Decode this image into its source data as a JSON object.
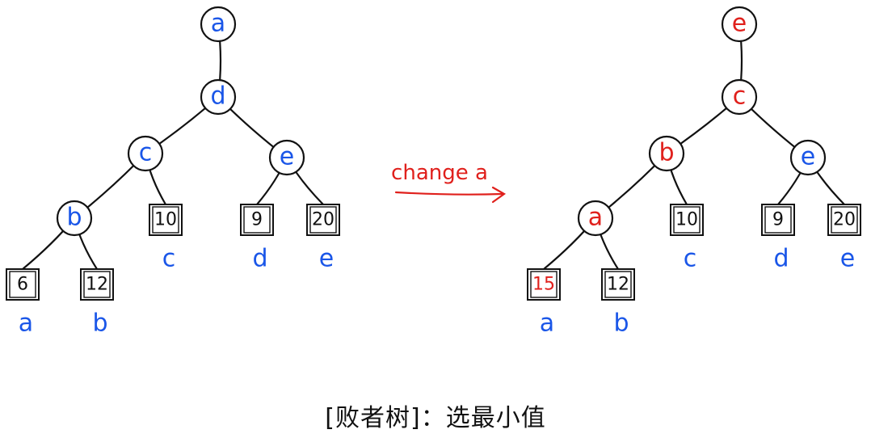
{
  "colors": {
    "blue": "#1a56e8",
    "red": "#e0201c",
    "black": "#111111"
  },
  "arrow": {
    "label": "change a"
  },
  "caption": "[败者树]：选最小值",
  "trees": [
    {
      "internal_nodes": [
        {
          "id": "root",
          "label": "a",
          "color": "blue"
        },
        {
          "id": "n1",
          "label": "d",
          "color": "blue"
        },
        {
          "id": "n2",
          "label": "c",
          "color": "blue"
        },
        {
          "id": "n3",
          "label": "e",
          "color": "blue"
        },
        {
          "id": "n4",
          "label": "b",
          "color": "blue"
        }
      ],
      "leaves": [
        {
          "id": "l_a",
          "value": "6",
          "value_color": "black",
          "label": "a"
        },
        {
          "id": "l_b",
          "value": "12",
          "value_color": "black",
          "label": "b"
        },
        {
          "id": "l_c",
          "value": "10",
          "value_color": "black",
          "label": "c"
        },
        {
          "id": "l_d",
          "value": "9",
          "value_color": "black",
          "label": "d"
        },
        {
          "id": "l_e",
          "value": "20",
          "value_color": "black",
          "label": "e"
        }
      ]
    },
    {
      "internal_nodes": [
        {
          "id": "root",
          "label": "e",
          "color": "red"
        },
        {
          "id": "n1",
          "label": "c",
          "color": "red"
        },
        {
          "id": "n2",
          "label": "b",
          "color": "red"
        },
        {
          "id": "n3",
          "label": "e",
          "color": "blue"
        },
        {
          "id": "n4",
          "label": "a",
          "color": "red"
        }
      ],
      "leaves": [
        {
          "id": "l_a",
          "value": "15",
          "value_color": "red",
          "label": "a"
        },
        {
          "id": "l_b",
          "value": "12",
          "value_color": "black",
          "label": "b"
        },
        {
          "id": "l_c",
          "value": "10",
          "value_color": "black",
          "label": "c"
        },
        {
          "id": "l_d",
          "value": "9",
          "value_color": "black",
          "label": "d"
        },
        {
          "id": "l_e",
          "value": "20",
          "value_color": "black",
          "label": "e"
        }
      ]
    }
  ]
}
